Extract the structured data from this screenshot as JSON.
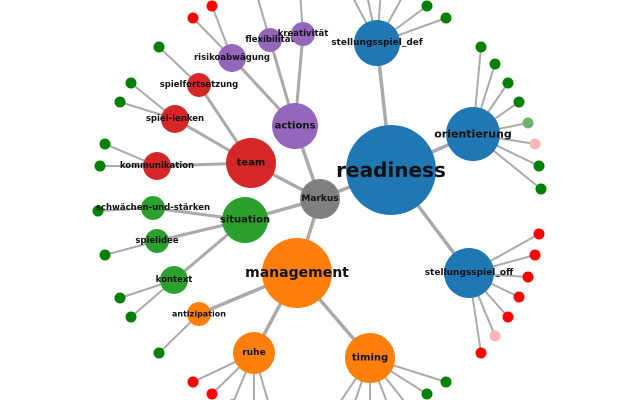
{
  "colors": {
    "blue": "#1f77b4",
    "gray": "#7f7f7f",
    "orange": "#ff7f0e",
    "red": "#d62728",
    "purple": "#9467bd",
    "green": "#2ca02c",
    "leaf_green": "#008000",
    "leaf_red": "#ff0000",
    "leaf_lightgreen": "#6cb36c",
    "leaf_pink": "#ffb6b6",
    "edge": "#aaaaaa"
  },
  "nodes": [
    {
      "id": "Markus",
      "label": "Markus",
      "group": "gray",
      "parent": null,
      "leaves": []
    },
    {
      "id": "readiness",
      "label": "readiness",
      "group": "blue",
      "parent": "Markus",
      "leaves": []
    },
    {
      "id": "management",
      "label": "management",
      "group": "orange",
      "parent": "Markus",
      "leaves": []
    },
    {
      "id": "team",
      "label": "team",
      "group": "red",
      "parent": "Markus",
      "leaves": []
    },
    {
      "id": "actions",
      "label": "actions",
      "group": "purple",
      "parent": "Markus",
      "leaves": []
    },
    {
      "id": "situation",
      "label": "situation",
      "group": "green",
      "parent": "Markus",
      "leaves": []
    },
    {
      "id": "stellungsspiel_def",
      "label": "stellungsspiel_def",
      "group": "blue",
      "parent": "readiness",
      "leaves": [
        "leaf_green",
        "leaf_green",
        "leaf_green",
        "leaf_green",
        "leaf_green",
        "leaf_green"
      ]
    },
    {
      "id": "orientierung",
      "label": "orientierung",
      "group": "blue",
      "parent": "readiness",
      "leaves": [
        "leaf_green",
        "leaf_green",
        "leaf_green",
        "leaf_green",
        "leaf_lightgreen",
        "leaf_pink",
        "leaf_green",
        "leaf_green"
      ]
    },
    {
      "id": "stellungsspiel_off",
      "label": "stellungsspiel_off",
      "group": "blue",
      "parent": "readiness",
      "leaves": [
        "leaf_red",
        "leaf_red",
        "leaf_red",
        "leaf_red",
        "leaf_red",
        "leaf_pink",
        "leaf_red"
      ]
    },
    {
      "id": "timing",
      "label": "timing",
      "group": "orange",
      "parent": "management",
      "leaves": [
        "leaf_green",
        "leaf_green",
        "leaf_green",
        "leaf_green",
        "leaf_green",
        "leaf_green",
        "leaf_green"
      ]
    },
    {
      "id": "ruhe",
      "label": "ruhe",
      "group": "orange",
      "parent": "management",
      "leaves": [
        "leaf_red",
        "leaf_red",
        "leaf_red",
        "leaf_red",
        "leaf_red"
      ]
    },
    {
      "id": "antizipation",
      "label": "antizipation",
      "group": "orange",
      "parent": "management",
      "leaves": [
        "leaf_green"
      ]
    },
    {
      "id": "kontext",
      "label": "kontext",
      "group": "green",
      "parent": "situation",
      "leaves": [
        "leaf_green",
        "leaf_green"
      ]
    },
    {
      "id": "spielidee",
      "label": "spielidee",
      "group": "green",
      "parent": "situation",
      "leaves": [
        "leaf_green"
      ]
    },
    {
      "id": "schwaechen",
      "label": "schwächen-und-stärken",
      "group": "green",
      "parent": "situation",
      "leaves": [
        "leaf_green"
      ]
    },
    {
      "id": "kommunikation",
      "label": "kommunikation",
      "group": "red",
      "parent": "team",
      "leaves": [
        "leaf_green",
        "leaf_green"
      ]
    },
    {
      "id": "spiel-lenken",
      "label": "spiel-lenken",
      "group": "red",
      "parent": "team",
      "leaves": [
        "leaf_green",
        "leaf_green"
      ]
    },
    {
      "id": "spielfortsetzung",
      "label": "spielfortsetzung",
      "group": "red",
      "parent": "team",
      "leaves": [
        "leaf_green"
      ]
    },
    {
      "id": "risikoabwaegung",
      "label": "risikoabwägung",
      "group": "purple",
      "parent": "actions",
      "leaves": [
        "leaf_red",
        "leaf_red"
      ]
    },
    {
      "id": "flexibilitaet",
      "label": "flexibilität",
      "group": "purple",
      "parent": "actions",
      "leaves": [
        "leaf_green"
      ]
    },
    {
      "id": "kreativitaet",
      "label": "kreativität",
      "group": "purple",
      "parent": "actions",
      "leaves": [
        "leaf_green"
      ]
    }
  ]
}
